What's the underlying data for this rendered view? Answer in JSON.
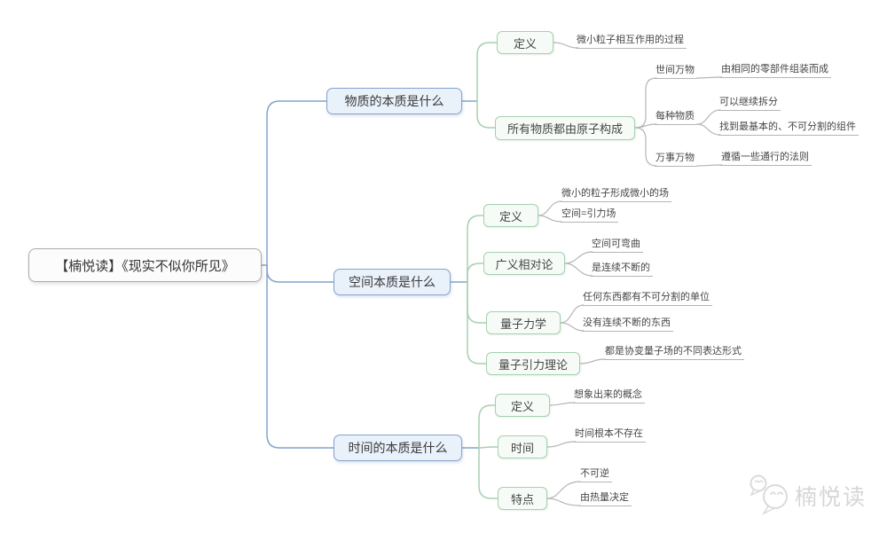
{
  "root": {
    "label": "【楠悦读】《现实不似你所见》"
  },
  "branches": [
    {
      "label": "物质的本质是什么",
      "children": [
        {
          "label": "定义",
          "leaves": [
            "微小粒子相互作用的过程"
          ]
        },
        {
          "label": "所有物质都由原子构成",
          "children": [
            {
              "label": "世间万物",
              "leaves": [
                "由相同的零部件组装而成"
              ]
            },
            {
              "label": "每种物质",
              "leaves": [
                "可以继续拆分",
                "找到最基本的、不可分割的组件"
              ]
            },
            {
              "label": "万事万物",
              "leaves": [
                "遵循一些通行的法则"
              ]
            }
          ]
        }
      ]
    },
    {
      "label": "空间本质是什么",
      "children": [
        {
          "label": "定义",
          "leaves": [
            "微小的粒子形成微小的场",
            "空间=引力场"
          ]
        },
        {
          "label": "广义相对论",
          "leaves": [
            "空间可弯曲",
            "是连续不断的"
          ]
        },
        {
          "label": "量子力学",
          "leaves": [
            "任何东西都有不可分割的单位",
            "没有连续不断的东西"
          ]
        },
        {
          "label": "量子引力理论",
          "leaves": [
            "都是协变量子场的不同表达形式"
          ]
        }
      ]
    },
    {
      "label": "时间的本质是什么",
      "children": [
        {
          "label": "定义",
          "leaves": [
            "想象出来的概念"
          ]
        },
        {
          "label": "时间",
          "leaves": [
            "时间根本不存在"
          ]
        },
        {
          "label": "特点",
          "leaves": [
            "不可逆",
            "由热量决定"
          ]
        }
      ]
    }
  ],
  "watermark": {
    "label": "楠悦读"
  },
  "colors": {
    "level1_line": "#84a3cc",
    "level1_fill": "#e9f1fb",
    "level2_line": "#a6d0af",
    "level2_fill": "#f6fbf7",
    "leaf_line": "#b5b5b5",
    "root_border": "#ababab",
    "watermark": "#d6d6d6"
  }
}
